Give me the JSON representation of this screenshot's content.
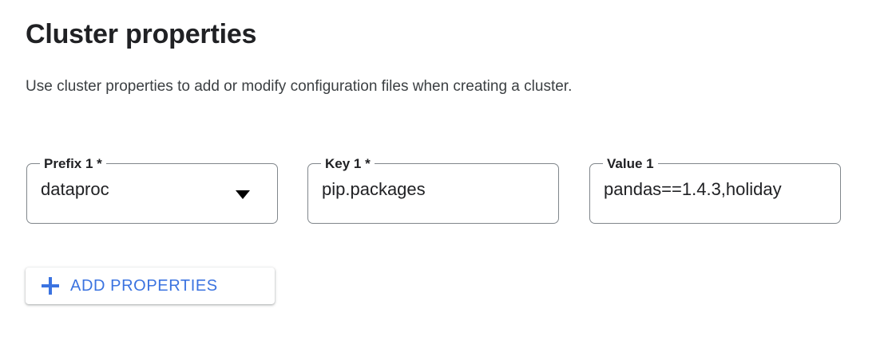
{
  "header": {
    "title": "Cluster properties",
    "description": "Use cluster properties to add or modify configuration files when creating a cluster."
  },
  "properties_form": {
    "fields": [
      {
        "label": "Prefix 1 *",
        "value": "dataproc",
        "control": "select",
        "dropdown_icon": "chevron-down-icon"
      },
      {
        "label": "Key 1 *",
        "value": "pip.packages",
        "control": "text"
      },
      {
        "label": "Value 1",
        "value": "pandas==1.4.3,holiday",
        "control": "text"
      }
    ]
  },
  "actions": {
    "add_properties_label": "ADD PROPERTIES",
    "add_properties_icon": "plus-icon"
  },
  "colors": {
    "accent_blue": "#3b73e0",
    "field_border": "#80868b",
    "text_primary": "#202124",
    "text_secondary": "#3c4043",
    "background": "#ffffff"
  }
}
